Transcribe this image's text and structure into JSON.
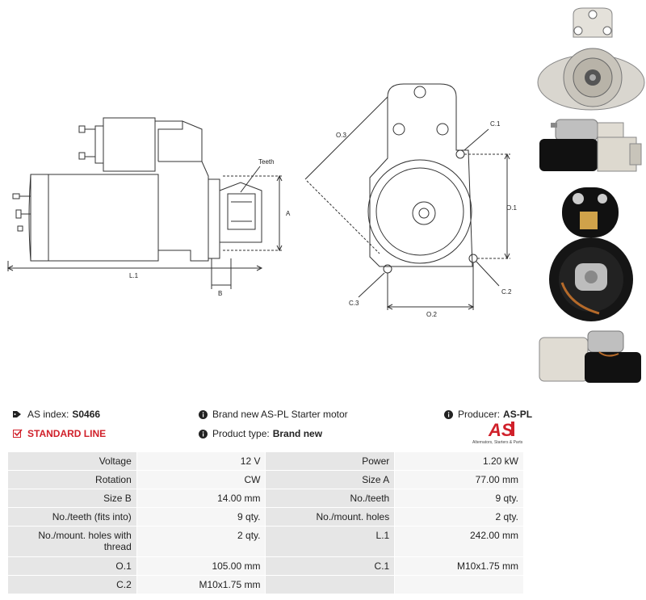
{
  "drawing": {
    "labels": {
      "teeth": "Teeth",
      "a": "A",
      "l1": "L.1",
      "b": "B",
      "o3": "O.3",
      "c1": "C.1",
      "o1": "O.1",
      "c2": "C.2",
      "c3": "C.3",
      "o2": "O.2"
    }
  },
  "info": {
    "as_index_label": "AS index:",
    "as_index_value": "S0466",
    "standard_line": "STANDARD LINE",
    "description": "Brand new AS-PL Starter motor",
    "product_type_label": "Product type:",
    "product_type_value": "Brand new",
    "producer_label": "Producer:",
    "producer_value": "AS-PL",
    "logo_text": "AS",
    "logo_tagline": "Alternators, Starters & Parts"
  },
  "specs": [
    [
      {
        "k": "Voltage",
        "v": "12 V"
      },
      {
        "k": "Power",
        "v": "1.20 kW"
      }
    ],
    [
      {
        "k": "Rotation",
        "v": "CW"
      },
      {
        "k": "Size A",
        "v": "77.00 mm"
      }
    ],
    [
      {
        "k": "Size B",
        "v": "14.00 mm"
      },
      {
        "k": "No./teeth",
        "v": "9 qty."
      }
    ],
    [
      {
        "k": "No./teeth (fits into)",
        "v": "9 qty."
      },
      {
        "k": "No./mount. holes",
        "v": "2 qty."
      }
    ],
    [
      {
        "k": "No./mount. holes with thread",
        "v": "2 qty."
      },
      {
        "k": "L.1",
        "v": "242.00 mm"
      }
    ],
    [
      {
        "k": "O.1",
        "v": "105.00 mm"
      },
      {
        "k": "C.1",
        "v": "M10x1.75 mm"
      }
    ],
    [
      {
        "k": "C.2",
        "v": "M10x1.75 mm"
      },
      {
        "k": "",
        "v": ""
      }
    ]
  ],
  "colors": {
    "accent": "#d0202a",
    "key_cell": "#e6e6e6",
    "value_cell": "#f6f6f6"
  }
}
